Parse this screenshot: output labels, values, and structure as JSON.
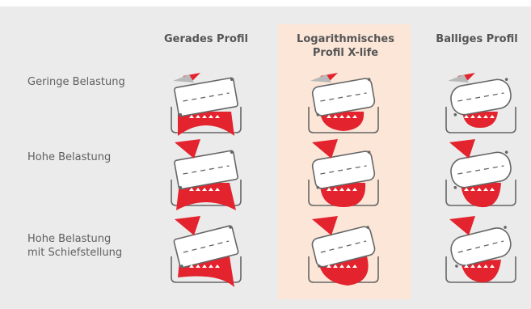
{
  "columns": [
    {
      "id": "gerades",
      "label": "Gerades Profil"
    },
    {
      "id": "logarithmisch",
      "label": "Logarithmisches\nProfil X-life"
    },
    {
      "id": "balliges",
      "label": "Balliges Profil"
    }
  ],
  "rows": [
    {
      "id": "geringe",
      "label": "Geringe Belastung"
    },
    {
      "id": "hohe",
      "label": "Hohe Belastung"
    },
    {
      "id": "schief",
      "label": "Hohe Belastung\nmit Schiefstellung"
    }
  ],
  "colors": {
    "background": "#ebebeb",
    "highlight_column": "#fbe6d8",
    "stress_red": "#e3232e",
    "outline": "#666666"
  }
}
